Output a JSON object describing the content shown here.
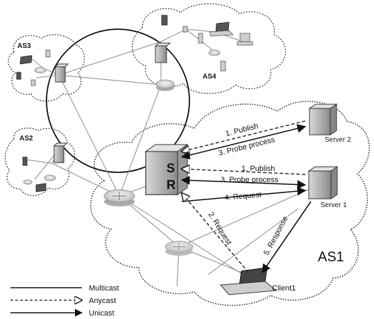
{
  "as_labels": {
    "as1": "AS1",
    "as2": "AS2",
    "as3": "AS3",
    "as4": "AS4"
  },
  "nodes": {
    "server1": "Server 1",
    "server2": "Server 2",
    "client1": "Client1",
    "sr_letters": "S R"
  },
  "messages": {
    "publish_s2": "1. Publish",
    "probe_s2": "3. Probe process",
    "publish_s1": "1. Publish",
    "probe_s1": "3. Probe process",
    "request_s1": "4. Request",
    "request_client": "2. Request",
    "response": "5. Response"
  },
  "legend": {
    "multicast": "Multicast",
    "anycast": "Anycast",
    "unicast": "Unicast"
  }
}
